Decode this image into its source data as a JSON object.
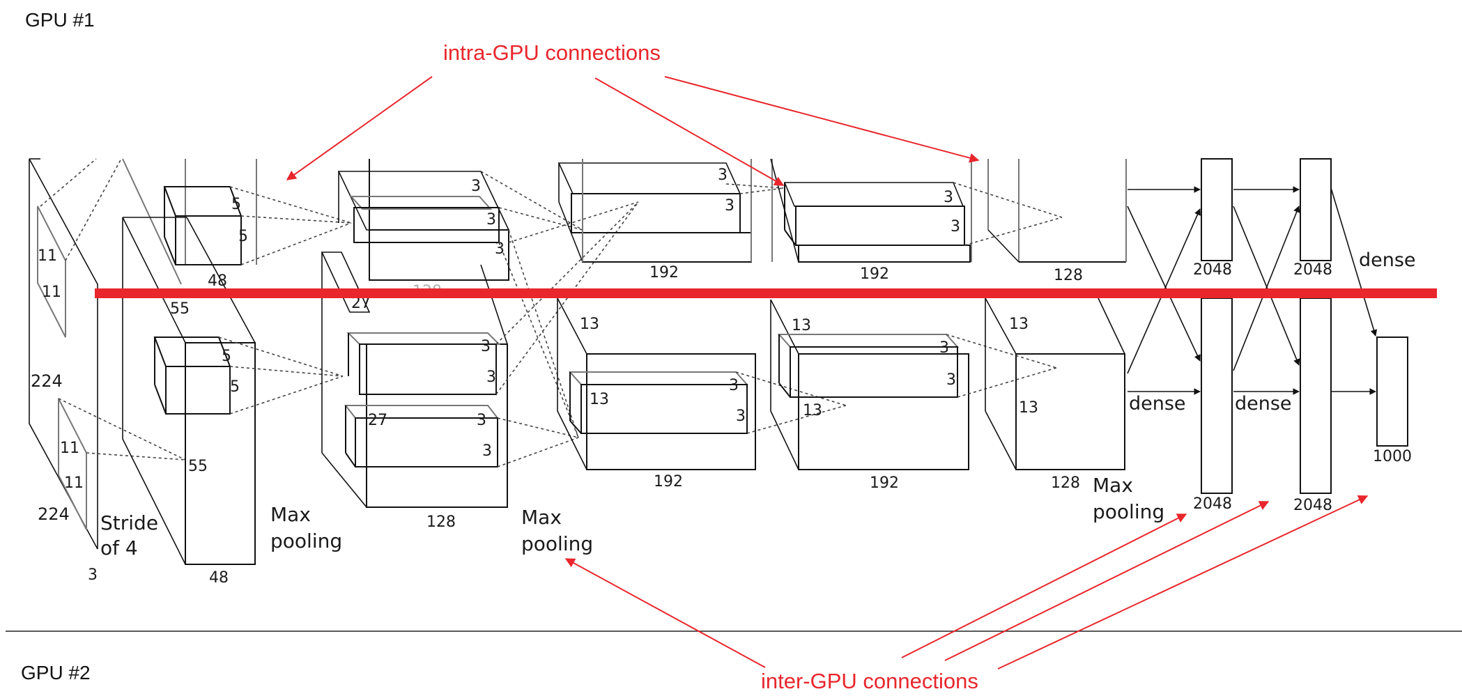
{
  "gpu_labels": {
    "top": "GPU #1",
    "bottom": "GPU #2"
  },
  "annotations": {
    "intra": "intra-GPU connections",
    "inter": "inter-GPU connections",
    "color": "#e8262c"
  },
  "input": {
    "size_h": "224",
    "size_w": "224",
    "channels": "3",
    "kernel_a": "11",
    "kernel_b": "11",
    "kernel_c": "11",
    "kernel_d": "11",
    "stride": [
      "Stride",
      "of 4"
    ]
  },
  "conv1": {
    "size": "55",
    "size_b": "55",
    "depth_top": "48",
    "depth_bottom": "48",
    "k1": "5",
    "k2": "5",
    "k3": "5",
    "k4": "5"
  },
  "pool1": [
    "Max",
    "pooling"
  ],
  "conv2": {
    "size": "27",
    "size_b": "27",
    "depth_top": "128",
    "depth_bottom": "128",
    "k": "3"
  },
  "pool2": [
    "Max",
    "pooling"
  ],
  "conv3": {
    "size": "13",
    "size_b": "13",
    "depth_top": "192",
    "depth_bottom": "192",
    "k": "3"
  },
  "conv4": {
    "size": "13",
    "size_b": "13",
    "depth_top": "192",
    "depth_bottom": "192",
    "k": "3"
  },
  "conv5": {
    "size": "13",
    "size_b": "13",
    "depth_top": "128",
    "depth_bottom": "128"
  },
  "pool3": [
    "Max",
    "pooling"
  ],
  "fc": {
    "fc1_top": "2048",
    "fc1_bottom": "2048",
    "fc2_top": "2048",
    "fc2_bottom": "2048",
    "output": "1000",
    "dense_label": "dense"
  }
}
